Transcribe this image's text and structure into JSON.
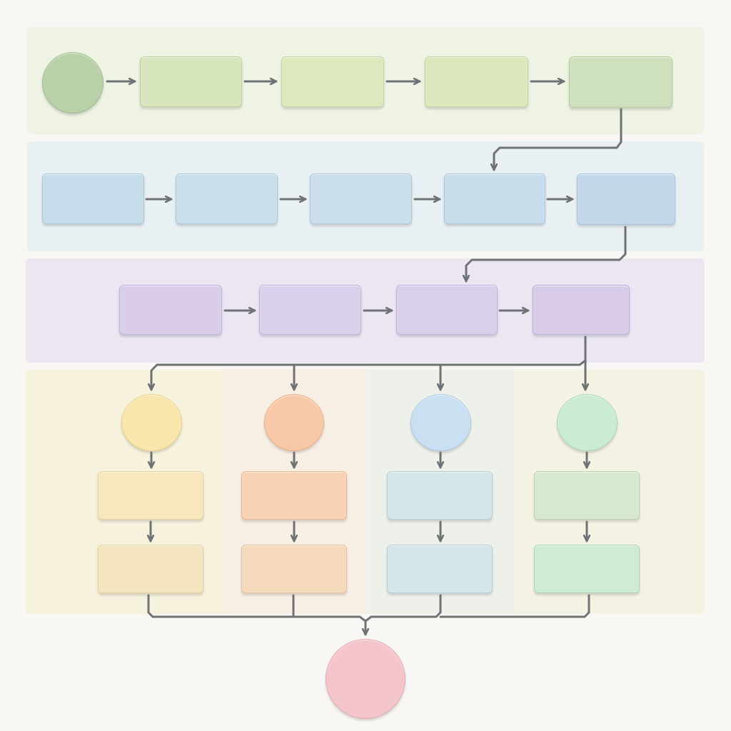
{
  "diagram": {
    "type": "flowchart",
    "lanes": [
      {
        "id": "lane-1",
        "fill": "#eef3e4"
      },
      {
        "id": "lane-2",
        "fill": "#e9f0f3"
      },
      {
        "id": "lane-3",
        "fill": "#ebe6f2"
      },
      {
        "id": "lane-4",
        "bands": [
          "#f6f2dd",
          "#f7efe3",
          "#eef0ea",
          "#f4f2e2"
        ]
      }
    ],
    "nodes": [
      {
        "id": "start",
        "shape": "circle",
        "fill": "#b8d1a8",
        "border": "#9dbb8b"
      },
      {
        "id": "r1-b1",
        "shape": "box",
        "fill": "#d7e6bc",
        "border": "#bdd19c"
      },
      {
        "id": "r1-b2",
        "shape": "box",
        "fill": "#dbe9bd",
        "border": "#c2d69e"
      },
      {
        "id": "r1-b3",
        "shape": "box",
        "fill": "#dbe8bc",
        "border": "#c2d69e"
      },
      {
        "id": "r1-b4",
        "shape": "box",
        "fill": "#cfe0bc",
        "border": "#b5cc9e"
      },
      {
        "id": "r2-b1",
        "shape": "box",
        "fill": "#c5dcea",
        "border": "#a9c6da"
      },
      {
        "id": "r2-b2",
        "shape": "box",
        "fill": "#c9dfea",
        "border": "#acc8da"
      },
      {
        "id": "r2-b3",
        "shape": "box",
        "fill": "#cadfea",
        "border": "#acc8da"
      },
      {
        "id": "r2-b4",
        "shape": "box",
        "fill": "#c8ddea",
        "border": "#abc6da"
      },
      {
        "id": "r2-b5",
        "shape": "box",
        "fill": "#c3d9ea",
        "border": "#a6c2da"
      },
      {
        "id": "r3-b1",
        "shape": "box",
        "fill": "#d9cdea",
        "border": "#c1b3dc"
      },
      {
        "id": "r3-b2",
        "shape": "box",
        "fill": "#dbd0eb",
        "border": "#c3b6dd"
      },
      {
        "id": "r3-b3",
        "shape": "box",
        "fill": "#dacfea",
        "border": "#c2b5dc"
      },
      {
        "id": "r3-b4",
        "shape": "box",
        "fill": "#d7cbe9",
        "border": "#bfb0db"
      },
      {
        "id": "c1-circle",
        "shape": "circle",
        "fill": "#f8e6ad",
        "border": "#ead08a"
      },
      {
        "id": "c1-b1",
        "shape": "box",
        "fill": "#f8e6bd",
        "border": "#ead29c"
      },
      {
        "id": "c1-b2",
        "shape": "box",
        "fill": "#f6e5c1",
        "border": "#e8d1a0"
      },
      {
        "id": "c2-circle",
        "shape": "circle",
        "fill": "#f8c9a9",
        "border": "#e8ad88"
      },
      {
        "id": "c2-b1",
        "shape": "box",
        "fill": "#f8d2b4",
        "border": "#e9b793"
      },
      {
        "id": "c2-b2",
        "shape": "box",
        "fill": "#f5d9bd",
        "border": "#e6bf9c"
      },
      {
        "id": "c3-circle",
        "shape": "circle",
        "fill": "#cadff1",
        "border": "#aec8e2"
      },
      {
        "id": "c3-b1",
        "shape": "box",
        "fill": "#d4e6e9",
        "border": "#b6cfd4"
      },
      {
        "id": "c3-b2",
        "shape": "box",
        "fill": "#d4e6e9",
        "border": "#b6cfd4"
      },
      {
        "id": "c4-circle",
        "shape": "circle",
        "fill": "#cbebd2",
        "border": "#aad6b6"
      },
      {
        "id": "c4-b1",
        "shape": "box",
        "fill": "#d8e8cf",
        "border": "#bcd3b0"
      },
      {
        "id": "c4-b2",
        "shape": "box",
        "fill": "#cfebd3",
        "border": "#afd5b6"
      },
      {
        "id": "end",
        "shape": "circle",
        "fill": "#f4c6cc",
        "border": "#e3a8b1"
      }
    ],
    "edges": [
      {
        "from": "start",
        "to": "r1-b1"
      },
      {
        "from": "r1-b1",
        "to": "r1-b2"
      },
      {
        "from": "r1-b2",
        "to": "r1-b3"
      },
      {
        "from": "r1-b3",
        "to": "r1-b4"
      },
      {
        "from": "r1-b4",
        "to": "r2-b4"
      },
      {
        "from": "r2-b1",
        "to": "r2-b2"
      },
      {
        "from": "r2-b2",
        "to": "r2-b3"
      },
      {
        "from": "r2-b3",
        "to": "r2-b4"
      },
      {
        "from": "r2-b4",
        "to": "r2-b5"
      },
      {
        "from": "r2-b5",
        "to": "r3-b3"
      },
      {
        "from": "r3-b1",
        "to": "r3-b2"
      },
      {
        "from": "r3-b2",
        "to": "r3-b3"
      },
      {
        "from": "r3-b3",
        "to": "r3-b4"
      },
      {
        "from": "r3-b4",
        "to": "c1-circle"
      },
      {
        "from": "r3-b4",
        "to": "c2-circle"
      },
      {
        "from": "r3-b4",
        "to": "c3-circle"
      },
      {
        "from": "r3-b4",
        "to": "c4-circle"
      },
      {
        "from": "c1-circle",
        "to": "c1-b1"
      },
      {
        "from": "c1-b1",
        "to": "c1-b2"
      },
      {
        "from": "c2-circle",
        "to": "c2-b1"
      },
      {
        "from": "c2-b1",
        "to": "c2-b2"
      },
      {
        "from": "c3-circle",
        "to": "c3-b1"
      },
      {
        "from": "c3-b1",
        "to": "c3-b2"
      },
      {
        "from": "c4-circle",
        "to": "c4-b1"
      },
      {
        "from": "c4-b1",
        "to": "c4-b2"
      },
      {
        "from": "c1-b2",
        "to": "end"
      },
      {
        "from": "c2-b2",
        "to": "end"
      },
      {
        "from": "c3-b2",
        "to": "end"
      },
      {
        "from": "c4-b2",
        "to": "end"
      }
    ],
    "connector_color": "#6f7275"
  }
}
